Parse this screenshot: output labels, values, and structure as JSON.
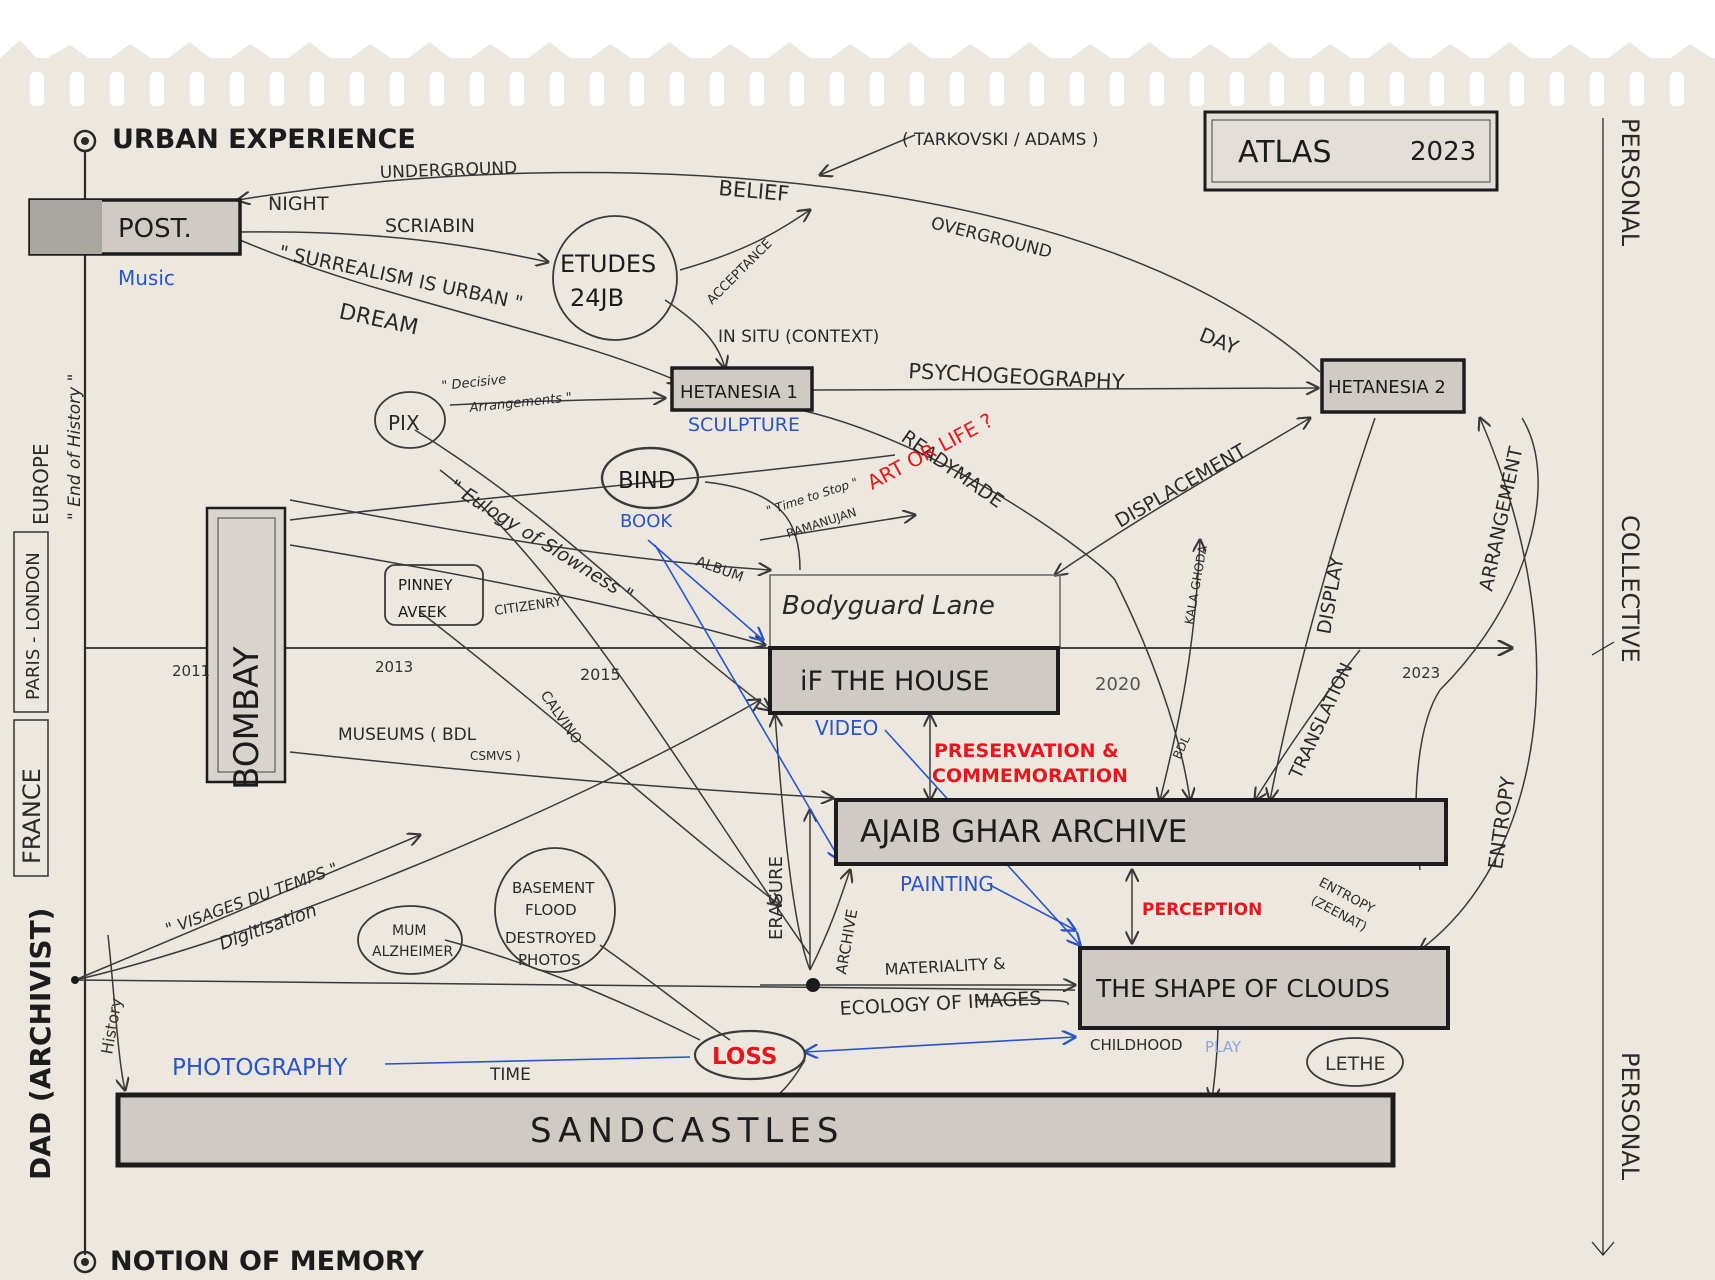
{
  "corner_labels": {
    "top": "URBAN EXPERIENCE",
    "bottom": "NOTION OF MEMORY"
  },
  "title_box": {
    "title": "ATLAS",
    "year": "2023"
  },
  "right_axis": {
    "top": "PERSONAL",
    "middle": "COLLECTIVE",
    "bottom": "PERSONAL"
  },
  "left_axis": {
    "europe": "EUROPE",
    "end_of_history": "\" End of History \"",
    "paris_london": "PARIS - LONDON",
    "france": "FRANCE",
    "dad": "DAD (ARCHIVIST)",
    "history": "History"
  },
  "timeline": {
    "years": [
      "2011",
      "2013",
      "2015",
      "2020",
      "2023"
    ]
  },
  "boxes": {
    "post": "POST.",
    "heterotopia1": "HETANESIA 1",
    "heterotopia2": "HETANESIA 2",
    "bombay": "BOMBAY",
    "bodyguard": "Bodyguard Lane",
    "if_the_house": "iF THE HOUSE",
    "ajaib": "AJAIB GHAR ARCHIVE",
    "shape_of_clouds": "THE SHAPE OF CLOUDS",
    "sandcastles": "SANDCASTLES"
  },
  "circles": {
    "etudes_line1": "ETUDES",
    "etudes_line2": "24JB",
    "pix": "PIX",
    "bind": "BIND",
    "loss": "LOSS",
    "lethe": "LETHE",
    "pinney": "PINNEY",
    "aveek": "AVEEK",
    "mum_line1": "MUM",
    "mum_line2": "ALZHEIMER",
    "basement_line1": "BASEMENT",
    "basement_line2": "FLOOD",
    "basement_line3": "DESTROYED",
    "basement_line4": "PHOTOS"
  },
  "labels": {
    "tarkovski": "( TARKOVSKI / ADAMS )",
    "underground": "UNDERGROUND",
    "belief": "BELIEF",
    "night": "NIGHT",
    "scriabin": "SCRIABIN",
    "overground": "OVERGROUND",
    "acceptance": "ACCEPTANCE",
    "surrealism": "\" SURREALISM IS URBAN \"",
    "dream": "DREAM",
    "in_situ": "IN SITU (CONTEXT)",
    "day": "DAY",
    "psychogeography": "PSYCHOGEOGRAPHY",
    "decisive1": "\" Decisive",
    "decisive2": "Arrangements \"",
    "readymade": "READYMADE",
    "displacement": "DISPLACEMENT",
    "eulogy": "\" Eulogy of Slowness \"",
    "time_to_stop1": "\" Time to Stop \"",
    "time_to_stop2": "RAMANUJAN",
    "album": "ALBUM",
    "citizenry": "CITIZENRY",
    "kala_ghoda": "KALA GHODA",
    "display": "DISPLAY",
    "arrangement": "ARRANGEMENT",
    "calvino": "CALVINO",
    "museums1": "MUSEUMS ( BDL",
    "museums2": "CSMVS )",
    "translation": "TRANSLATION",
    "bdl": "BDL",
    "entropy": "ENTROPY",
    "visages": "\" VISAGES DU TEMPS \"",
    "digitisation": "Digitisation",
    "erasure": "ERASURE",
    "archive_vertical": "ARCHIVE",
    "materiality": "MATERIALITY &",
    "ecology": "ECOLOGY OF IMAGES",
    "entropy_zeenat1": "ENTROPY",
    "entropy_zeenat2": "(ZEENAT)",
    "childhood": "CHILDHOOD",
    "time": "TIME"
  },
  "media_labels": {
    "music": "Music",
    "sculpture": "SCULPTURE",
    "book": "BOOK",
    "video": "VIDEO",
    "painting": "PAINTING",
    "photography": "PHOTOGRAPHY",
    "play": "PLAY"
  },
  "red_labels": {
    "art_or_life": "ART OR LIFE ?",
    "preservation": "PRESERVATION &",
    "commemoration": "COMMEMORATION",
    "perception": "PERCEPTION"
  },
  "colors": {
    "paper": "#ece8df",
    "pencil": "#3a3a3a",
    "graphite": "#1c1c1c",
    "box_fill": "#cfcbc4",
    "blue": "#2a55c8",
    "red": "#e8151c"
  }
}
